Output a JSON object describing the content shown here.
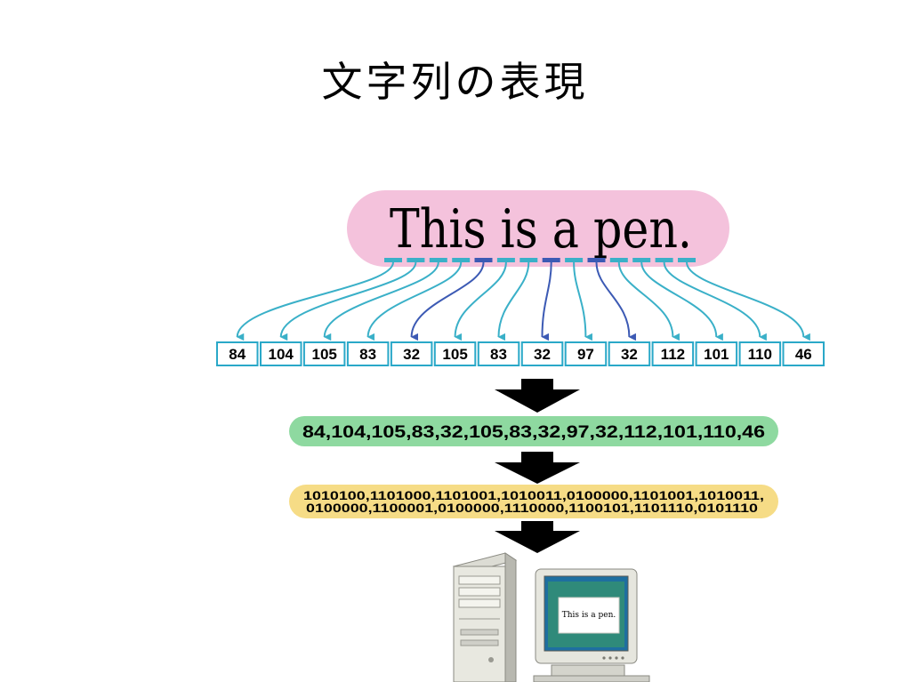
{
  "slide": {
    "title": "文字列の表現"
  },
  "sentence": {
    "text": "This is a pen.",
    "color_bg": "#f4c2dc"
  },
  "codes": [
    "84",
    "104",
    "105",
    "83",
    "32",
    "105",
    "83",
    "32",
    "97",
    "32",
    "112",
    "101",
    "110",
    "46"
  ],
  "space_indices": [
    4,
    7,
    9
  ],
  "decimal_string": {
    "text": "84,104,105,83,32,105,83,32,97,32,112,101,110,46",
    "color_bg": "#8ed9a0"
  },
  "binary_string": {
    "line1": "1010100,1101000,1101001,1010011,0100000,1101001,1010011,",
    "line2": "0100000,1100001,0100000,1110000,1100101,1101110,0101110",
    "color_bg": "#f6dc86"
  },
  "monitor": {
    "screen_text": "This is a pen."
  },
  "colors": {
    "arrow_light": "#3ab0c8",
    "arrow_dark": "#3c5ab4",
    "box_border": "#2aa8c8",
    "big_arrow": "#000000"
  }
}
